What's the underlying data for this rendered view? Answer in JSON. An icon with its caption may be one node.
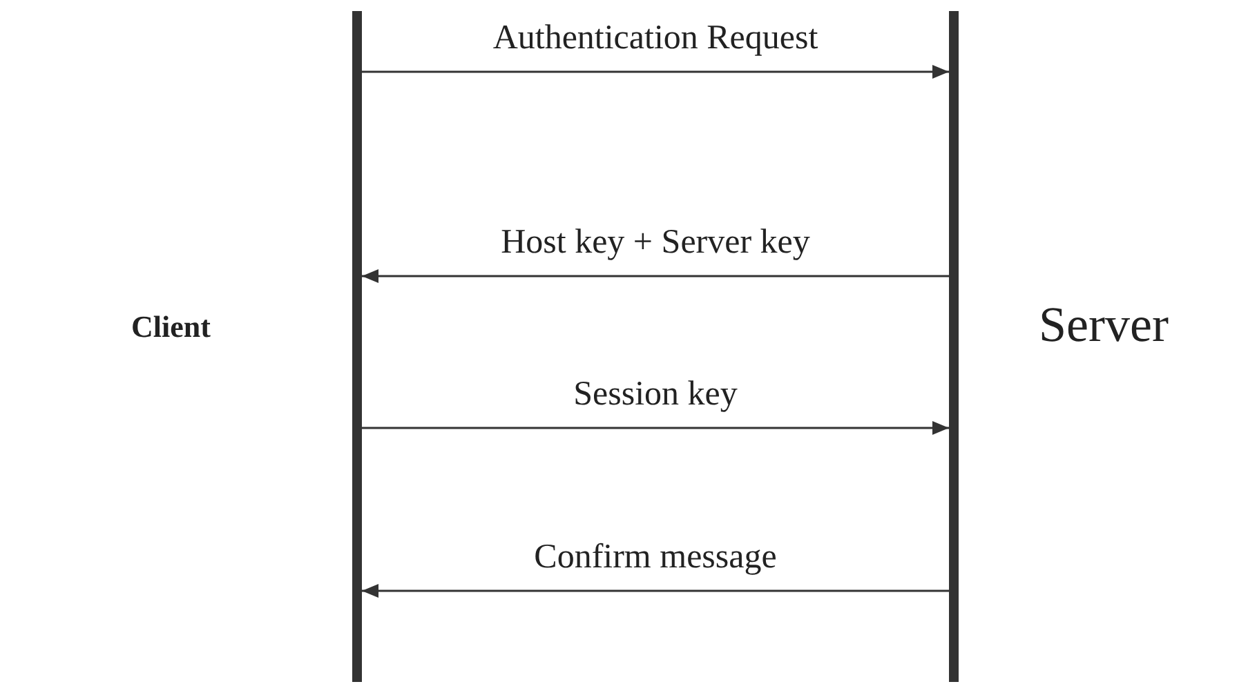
{
  "diagram": {
    "nodes": [
      {
        "text": [
          "Client"
        ]
      },
      {
        "text": [],
        "shape": "bar"
      },
      {
        "text": [],
        "shape": "bar"
      },
      {
        "text": [
          "Server"
        ]
      }
    ],
    "edges": [
      {
        "from": 1,
        "to": 2,
        "arrow": "to",
        "label": "Authentication Request"
      },
      {
        "from": 2,
        "to": 1,
        "arrow": "to",
        "label": "Host key + Server key"
      },
      {
        "from": 1,
        "to": 2,
        "arrow": "to",
        "label": "Session key"
      },
      {
        "from": 2,
        "to": 1,
        "arrow": "to",
        "label": "Confirm message"
      }
    ]
  }
}
